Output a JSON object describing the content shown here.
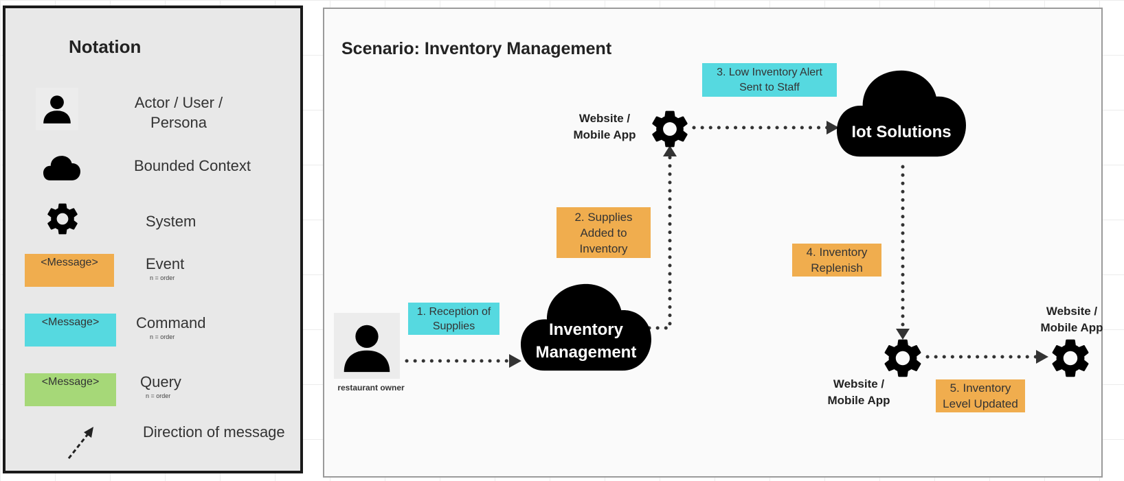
{
  "notation": {
    "title": "Notation",
    "actor_label": "Actor / User /\nPersona",
    "bounded_context_label": "Bounded Context",
    "system_label": "System",
    "event_label": "Event",
    "command_label": "Command",
    "query_label": "Query",
    "order_note": "n = order",
    "message_placeholder": "<Message>",
    "direction_label": "Direction of message"
  },
  "scenario": {
    "title": "Scenario: Inventory Management",
    "actor_label": "restaurant owner",
    "inventory_cloud_label": "Inventory\nManagement",
    "iot_cloud_label": "Iot Solutions",
    "system_top_label": "Website /\nMobile App",
    "system_bottom_label": "Website /\nMobile App",
    "system_right_label": "Website /\nMobile App",
    "step1": "1. Reception of\nSupplies",
    "step2": "2. Supplies\nAdded to\nInventory",
    "step3": "3. Low Inventory Alert\nSent to Staff",
    "step4": "4. Inventory\nReplenish",
    "step5": "5. Inventory\nLevel Updated"
  },
  "icons": [
    "person-icon",
    "cloud-icon",
    "gear-icon",
    "arrow-icon"
  ],
  "colors": {
    "event": "#f0ad4e",
    "command": "#56d9e0",
    "query": "#a6d878",
    "icon": "#000000",
    "panel": "#e8e8e8"
  }
}
